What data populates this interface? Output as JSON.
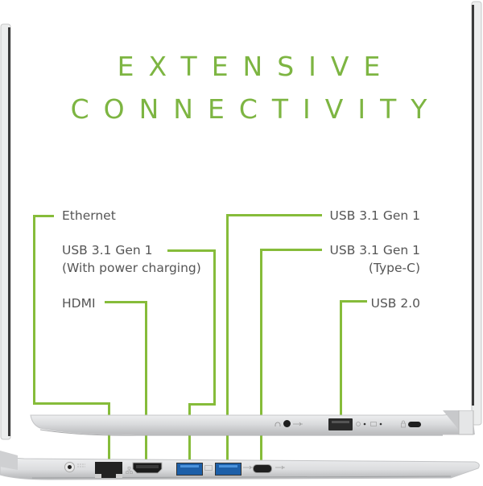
{
  "headline": {
    "line1": "EXTENSIVE",
    "line2": "CONNECTIVITY"
  },
  "colors": {
    "accent_green": "#86bc3a",
    "headline_green": "#7db542",
    "label_gray": "#555555",
    "laptop_silver": "#d9dadc",
    "usb3_blue": "#2a73c4"
  },
  "left_labels": [
    {
      "id": "ethernet",
      "text": "Ethernet"
    },
    {
      "id": "usb31-charging",
      "line1": "USB 3.1 Gen 1",
      "line2": "(With power charging)"
    },
    {
      "id": "hdmi",
      "text": "HDMI"
    }
  ],
  "right_labels": [
    {
      "id": "usb31",
      "text": "USB 3.1 Gen 1"
    },
    {
      "id": "usb31-typec",
      "line1": "USB 3.1 Gen 1",
      "line2": "(Type-C)"
    },
    {
      "id": "usb20",
      "text": "USB 2.0"
    }
  ],
  "icons": {
    "headphone": "headphone-icon",
    "usb_symbol": "usb-symbol-icon",
    "network": "network-icon",
    "lock": "kensington-lock-icon",
    "power_led": "power-led-icon",
    "battery_led": "battery-led-icon",
    "dc_in": "dc-power-jack-icon"
  }
}
